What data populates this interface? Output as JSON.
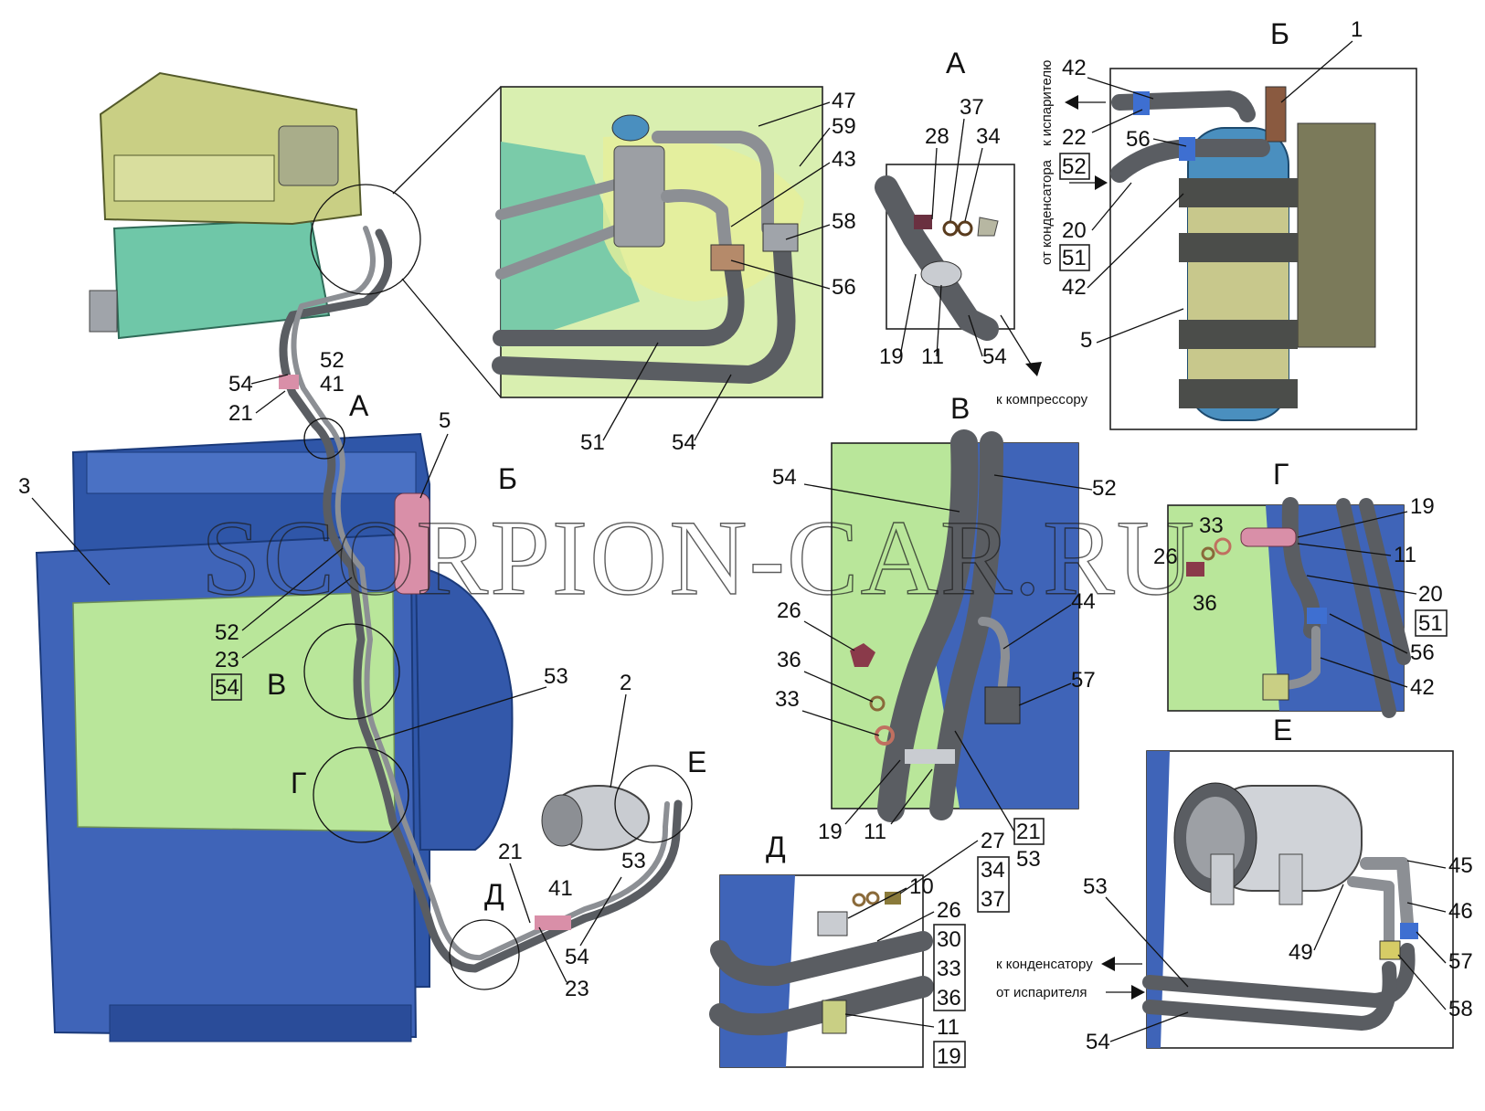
{
  "watermark": "SCORPION-CAR.RU",
  "views": {
    "A": "А",
    "B": "Б",
    "V": "В",
    "G": "Г",
    "D": "Д",
    "E": "Е"
  },
  "captions": {
    "to_compressor": "к компрессору",
    "to_evaporator": "к испарителю",
    "from_condenser": "от конденсатора",
    "to_condenser": "к конденсатору",
    "from_evaporator": "от испарителя"
  },
  "callouts": {
    "main": [
      "3",
      "5",
      "52",
      "54",
      "41",
      "21",
      "52",
      "23",
      "54",
      "53",
      "2",
      "21",
      "41",
      "53",
      "54",
      "23"
    ],
    "detail_top": [
      "47",
      "59",
      "43",
      "58",
      "56",
      "51",
      "54"
    ],
    "detail_a": [
      "37",
      "28",
      "34",
      "19",
      "11",
      "54"
    ],
    "detail_b": [
      "1",
      "42",
      "22",
      "52",
      "56",
      "20",
      "51",
      "42",
      "5"
    ],
    "detail_v": [
      "54",
      "52",
      "26",
      "36",
      "33",
      "44",
      "57",
      "19",
      "11",
      "21",
      "53"
    ],
    "detail_g": [
      "19",
      "33",
      "26",
      "11",
      "36",
      "20",
      "51",
      "56",
      "42"
    ],
    "detail_d": [
      "27",
      "34",
      "37",
      "10",
      "26",
      "30",
      "33",
      "36",
      "11",
      "19"
    ],
    "detail_e": [
      "45",
      "46",
      "53",
      "49",
      "57",
      "54",
      "58"
    ]
  },
  "colors": {
    "radiator_blue": "#3f64b8",
    "panel_green": "#b9e69a",
    "heater_green": "#6fc7a8",
    "heater_khaki": "#c9cf84",
    "pipe_gray": "#8c8f94",
    "receiver_blue": "#4a8fbf",
    "clamp_pink": "#d98fa8"
  }
}
